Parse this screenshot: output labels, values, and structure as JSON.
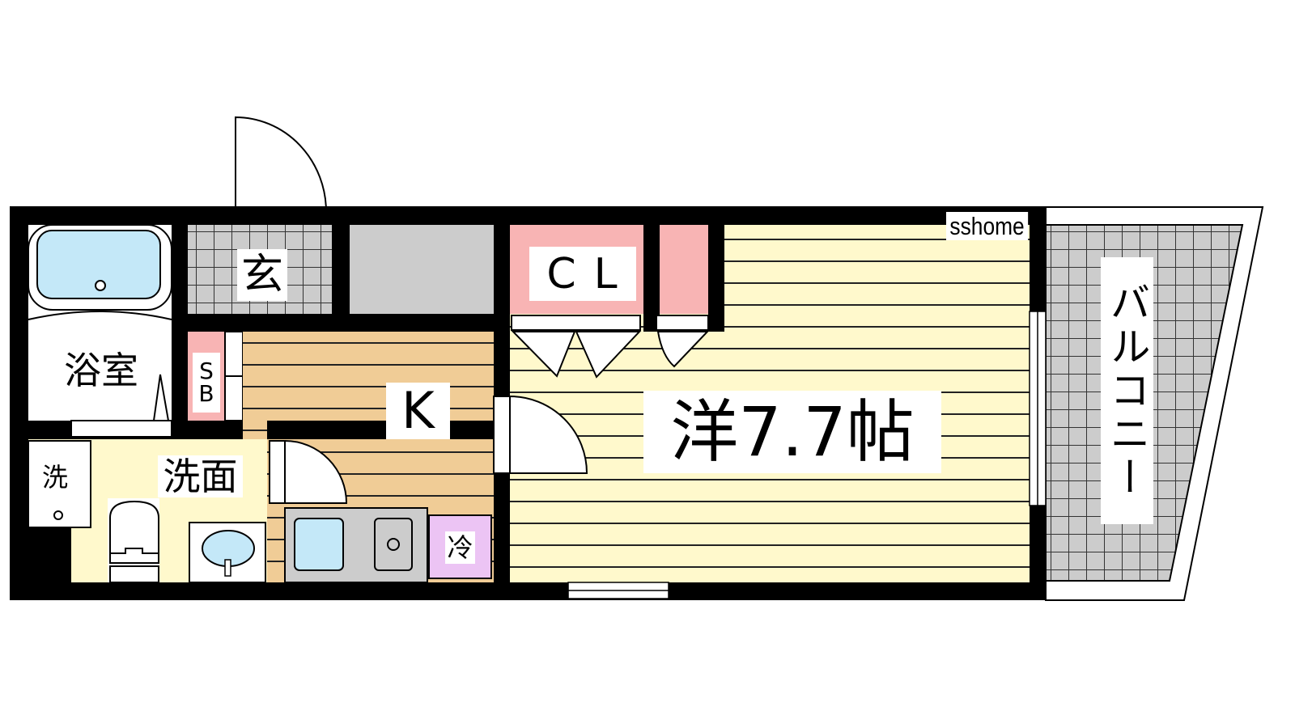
{
  "floorplan": {
    "watermark": "sshome",
    "rooms": {
      "bathroom": "浴室",
      "entrance": "玄",
      "shoe_box": "SB",
      "kitchen": "K",
      "washroom": "洗面",
      "washer": "洗",
      "fridge": "冷",
      "closet": "CL",
      "western_room": "洋7.7帖",
      "balcony": "バルコニー"
    },
    "colors": {
      "wall": "#000000",
      "wood_floor_room": "#fff9cc",
      "wood_floor_kitchen": "#f0cc96",
      "closet": "#f8b4b4",
      "tile": "#cccccc",
      "water": "#c4e8f8",
      "fridge": "#ecc4f4"
    }
  }
}
